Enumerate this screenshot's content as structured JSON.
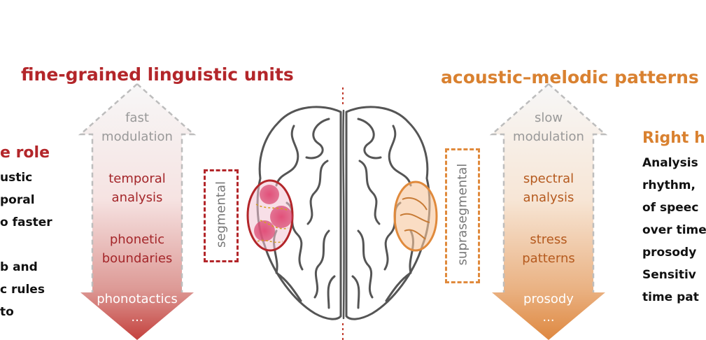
{
  "left_header": "fine-grained linguistic units",
  "right_header": "acoustic–melodic patterns",
  "left_side": {
    "title": "e role",
    "lines": [
      "ustic",
      "poral",
      "o faster",
      "",
      "b and",
      "c rules",
      "to"
    ]
  },
  "right_side": {
    "title": "Right h",
    "lines": [
      "Analysis",
      "rhythm, ",
      "of speec",
      "over time",
      "prosody",
      " Sensitiv",
      "time pat"
    ]
  },
  "left_arrow_items": [
    {
      "lines": [
        "fast",
        "modulation"
      ]
    },
    {
      "lines": [
        "temporal",
        "analysis"
      ]
    },
    {
      "lines": [
        "phonetic",
        "boundaries"
      ]
    },
    {
      "lines": [
        "phonotactics"
      ]
    },
    {
      "lines": [
        "..."
      ]
    }
  ],
  "right_arrow_items": [
    {
      "lines": [
        "slow",
        "modulation"
      ]
    },
    {
      "lines": [
        "spectral",
        "analysis"
      ]
    },
    {
      "lines": [
        "stress",
        "patterns"
      ]
    },
    {
      "lines": [
        "prosody"
      ]
    },
    {
      "lines": [
        "..."
      ]
    }
  ],
  "segmental_label": "segmental",
  "suprasegmental_label": "suprasegmental",
  "colors": {
    "left_accent": "#b3262a",
    "right_accent": "#d98130",
    "left_text": "#a4262a",
    "right_text": "#b55a1e",
    "arrow_text_gray": "#8a8a8a"
  },
  "icons": [
    "brain-icon"
  ]
}
